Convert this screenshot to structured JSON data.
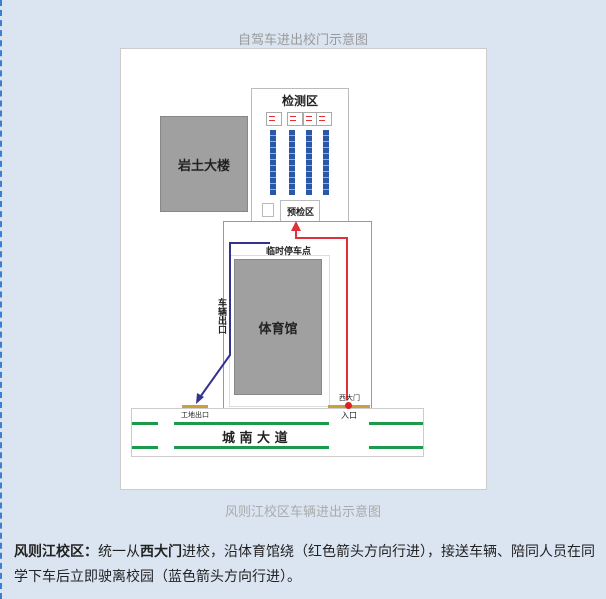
{
  "captions": {
    "top": "自驾车进出校门示意图",
    "bottom": "风则江校区车辆进出示意图"
  },
  "map": {
    "rock_building": "岩土大楼",
    "detection_zone": "检测区",
    "precheck_zone": "预检区",
    "temp_parking": "临时停车点",
    "vehicle_exit": "车辆出口",
    "gym": "体育馆",
    "west_gate": "西大门",
    "entrance": "入口",
    "site_exit": "工地出口",
    "road": "城 南 大 道"
  },
  "colors": {
    "entry_arrow": "#e0303a",
    "exit_arrow": "#33338f"
  },
  "text": {
    "campus": "风则江校区：",
    "p1": "统一从",
    "gate": "西大门",
    "p2": "进校，沿体育馆绕（红色箭头方向行进），接送车辆、陪同人员在同学下车后立即驶离校园（蓝色箭头方向行进）。"
  }
}
